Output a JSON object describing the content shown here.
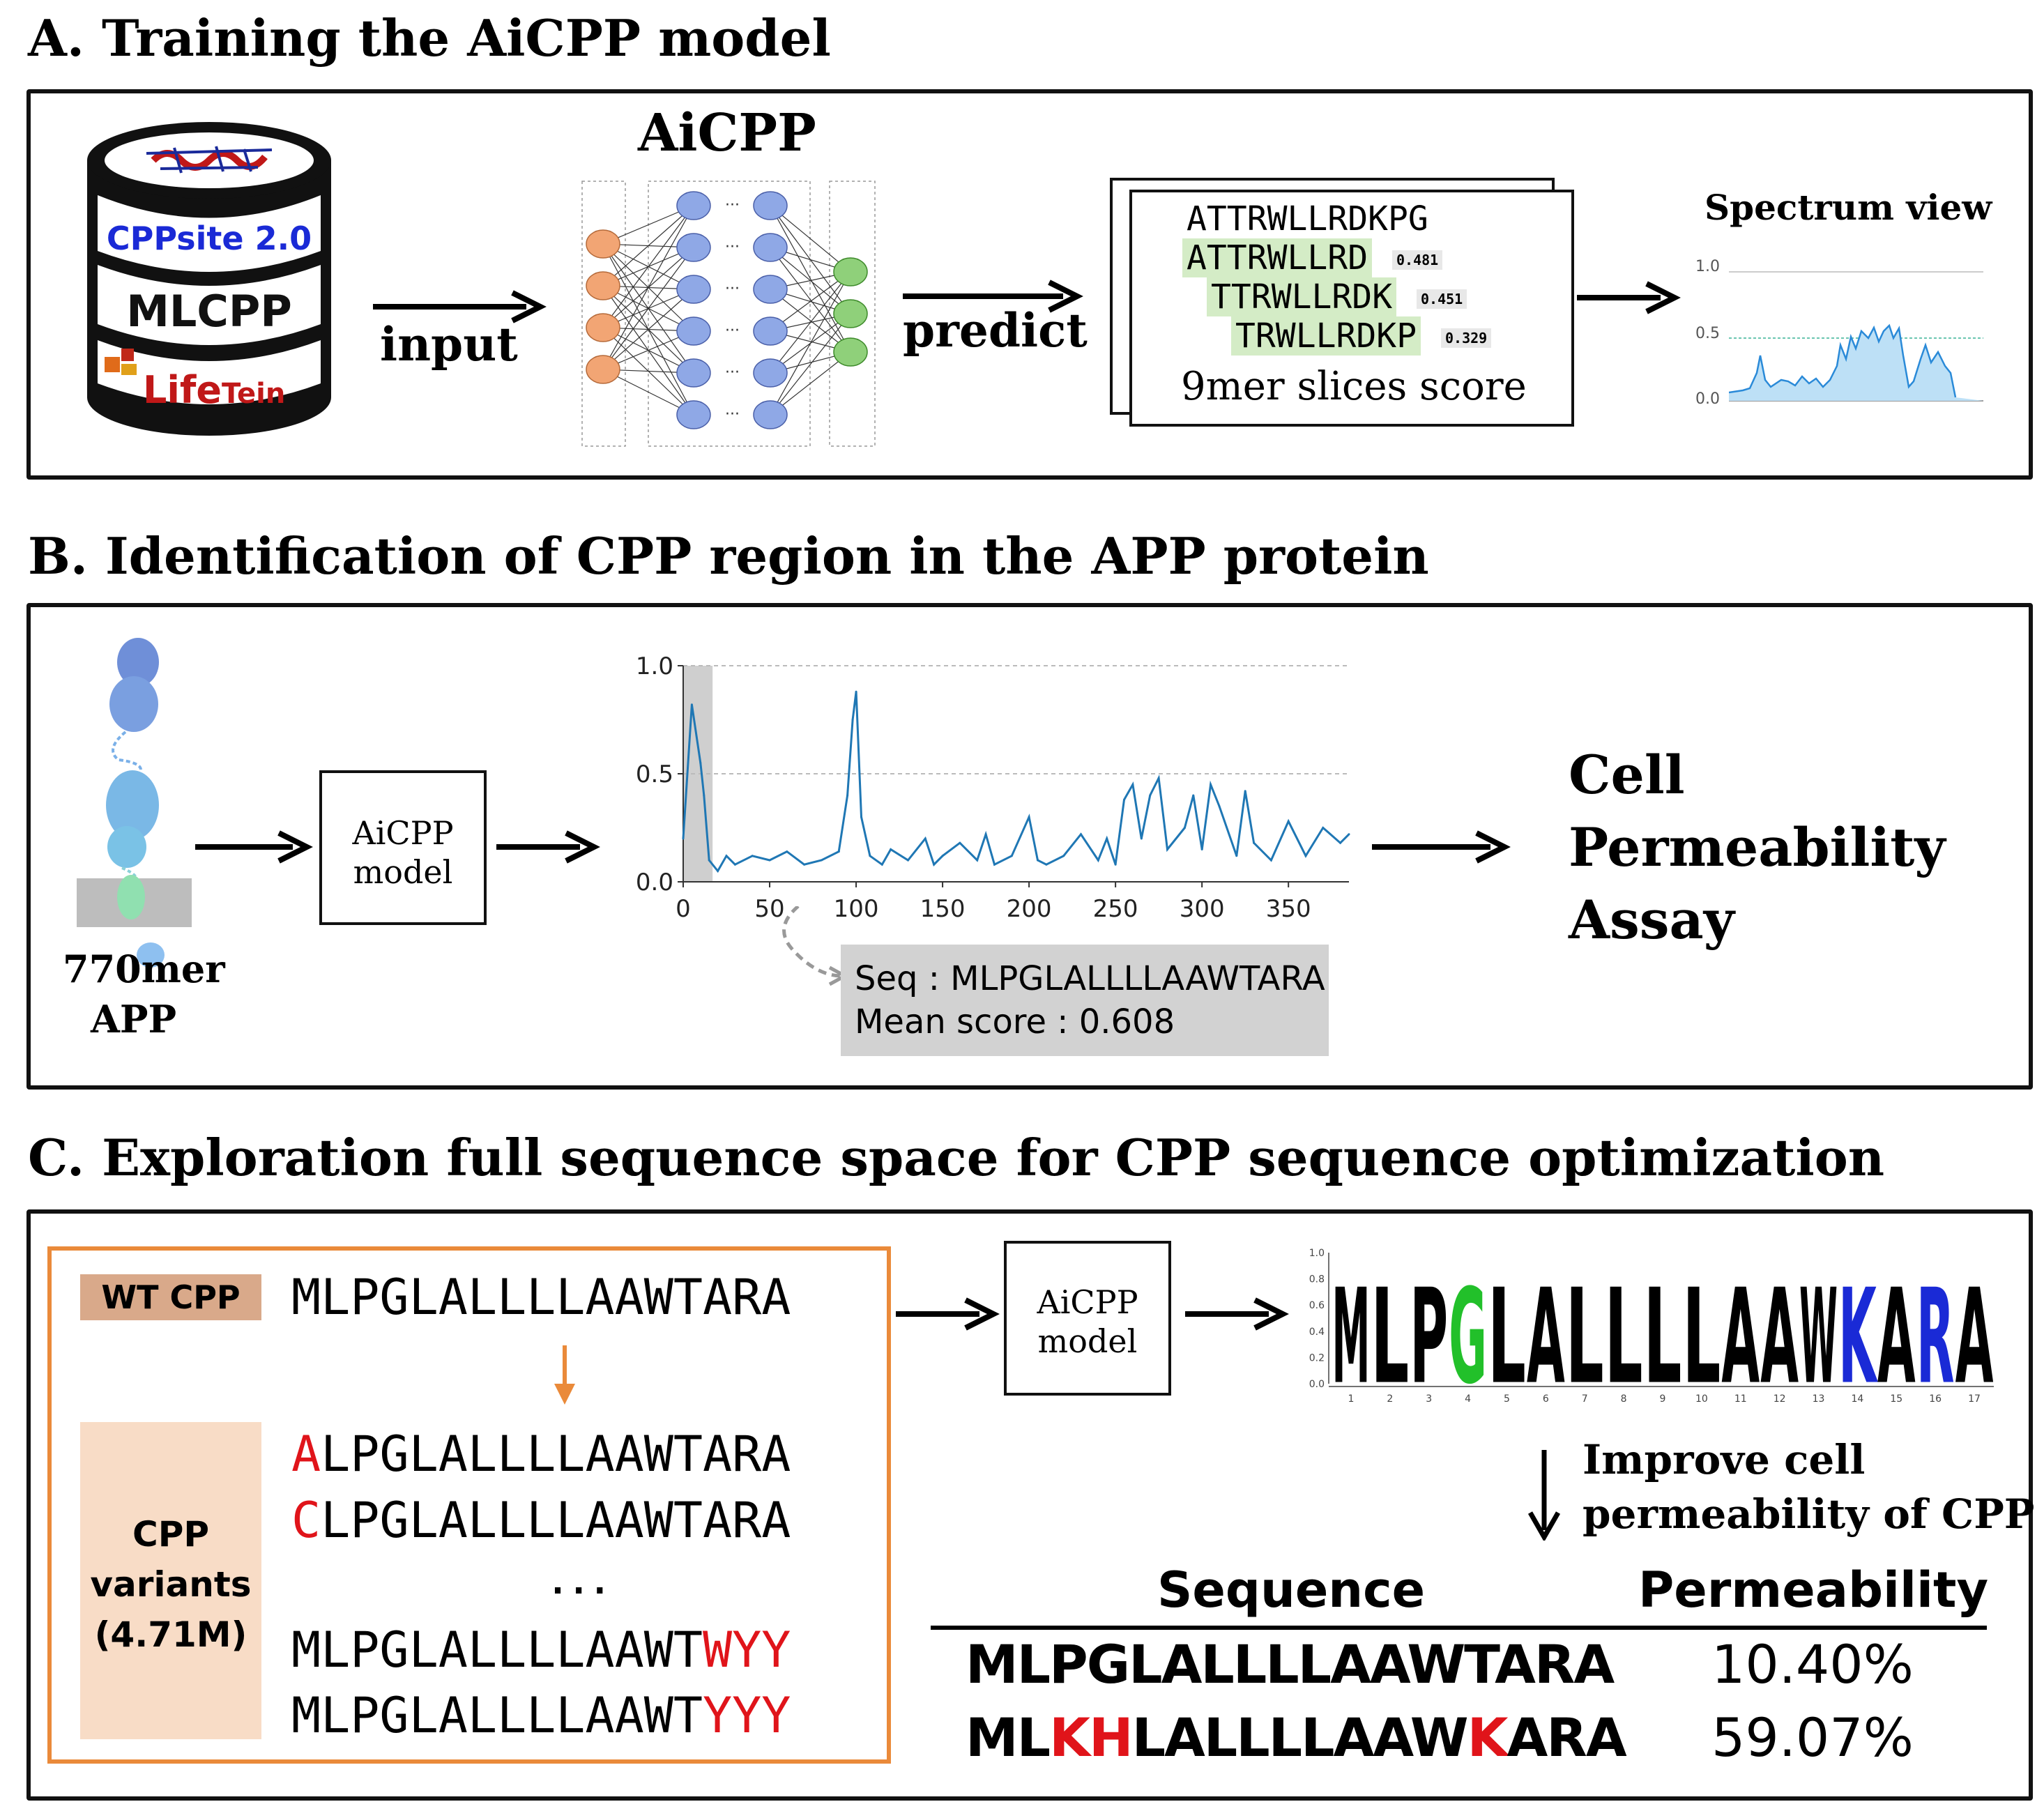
{
  "sections": {
    "a": {
      "title": "A. Training the AiCPP model"
    },
    "b": {
      "title": "B. Identification of CPP region in the APP protein"
    },
    "c": {
      "title": "C. Exploration full sequence space for CPP sequence optimization"
    }
  },
  "panel_a": {
    "db_layers": [
      "CPPsite 2.0",
      "MLCPP",
      "Life",
      "Tein"
    ],
    "input_label": "input",
    "model_title": "AiCPP",
    "predict_label": "predict",
    "full_sequence": "ATTRWLLRDKPG",
    "slices": [
      {
        "seq": "ATTRWLLRD",
        "score": "0.481"
      },
      {
        "seq": "TTRWLLRDK",
        "score": "0.451"
      },
      {
        "seq": "TRWLLRDKP",
        "score": "0.329"
      }
    ],
    "slices_caption": "9mer slices score",
    "spectrum_title": "Spectrum view",
    "spectrum_ticks": [
      "1.0",
      "0.5",
      "0.0"
    ]
  },
  "panel_b": {
    "protein_label_1": "770mer",
    "protein_label_2": "APP",
    "model_box_1": "AiCPP",
    "model_box_2": "model",
    "chart_yticks": [
      "1.0",
      "0.5",
      "0.0"
    ],
    "chart_xticks": [
      "0",
      "50",
      "100",
      "150",
      "200",
      "250",
      "300",
      "350"
    ],
    "callout_seq": "Seq : MLPGLALLLLAAWTARA",
    "callout_score": "Mean score : 0.608",
    "assay_1": "Cell",
    "assay_2": "Permeability",
    "assay_3": "Assay"
  },
  "panel_c": {
    "wt_label": "WT CPP",
    "wt_seq": "MLPGLALLLLAAWTARA",
    "variants_label_1": "CPP",
    "variants_label_2": "variants",
    "variants_label_3": "(4.71M)",
    "variants": [
      {
        "mut": "A",
        "rest": "LPGLALLLLAAWTARA"
      },
      {
        "mut": "C",
        "rest": "LPGLALLLLAAWTARA"
      }
    ],
    "ellipsis": "...",
    "variants_tail": [
      {
        "rest": "MLPGLALLLLAAWT",
        "mut": "WYY"
      },
      {
        "rest": "MLPGLALLLLAAWT",
        "mut": "YYY"
      }
    ],
    "model_box_1": "AiCPP",
    "model_box_2": "model",
    "logo_letters": [
      "M",
      "L",
      "P",
      "G",
      "L",
      "A",
      "L",
      "L",
      "L",
      "L",
      "A",
      "A",
      "W",
      "K",
      "A",
      "R",
      "A"
    ],
    "logo_positions": [
      "1",
      "2",
      "3",
      "4",
      "5",
      "6",
      "7",
      "8",
      "9",
      "10",
      "11",
      "12",
      "13",
      "14",
      "15",
      "16",
      "17"
    ],
    "logo_yticks": [
      "1.0",
      "0.8",
      "0.6",
      "0.4",
      "0.2",
      "0.0"
    ],
    "improve_1": "Improve cell",
    "improve_2": "permeability of CPP",
    "table_headers": [
      "Sequence",
      "Permeability"
    ],
    "row1_seq": "MLPGLALLLLAAWTARA",
    "row1_value": "10.40%",
    "row2_parts": [
      "ML",
      "KH",
      "LALLLLAAW",
      "K",
      "ARA"
    ],
    "row2_value": "59.07%"
  },
  "chart_data": {
    "type": "line",
    "xlabel": "",
    "ylabel": "",
    "xlim": [
      0,
      385
    ],
    "ylim": [
      0,
      1.0
    ],
    "grid": "horizontal dashed at 0.5 and 1.0",
    "highlight_range": [
      0,
      17
    ],
    "x": [
      0,
      5,
      10,
      12,
      15,
      20,
      25,
      30,
      40,
      50,
      60,
      70,
      80,
      90,
      95,
      98,
      100,
      103,
      108,
      115,
      120,
      130,
      140,
      145,
      150,
      160,
      170,
      175,
      180,
      190,
      200,
      205,
      210,
      220,
      230,
      240,
      245,
      250,
      255,
      260,
      265,
      270,
      275,
      280,
      290,
      295,
      300,
      305,
      310,
      320,
      325,
      330,
      340,
      350,
      360,
      370,
      380,
      385
    ],
    "values": [
      0.2,
      0.82,
      0.55,
      0.4,
      0.1,
      0.05,
      0.12,
      0.08,
      0.12,
      0.1,
      0.14,
      0.08,
      0.1,
      0.14,
      0.4,
      0.75,
      0.88,
      0.3,
      0.12,
      0.08,
      0.15,
      0.1,
      0.2,
      0.08,
      0.12,
      0.18,
      0.1,
      0.22,
      0.08,
      0.12,
      0.3,
      0.1,
      0.08,
      0.12,
      0.22,
      0.1,
      0.2,
      0.08,
      0.38,
      0.45,
      0.2,
      0.4,
      0.48,
      0.15,
      0.25,
      0.4,
      0.15,
      0.45,
      0.35,
      0.12,
      0.42,
      0.18,
      0.1,
      0.28,
      0.12,
      0.25,
      0.18,
      0.22
    ]
  }
}
